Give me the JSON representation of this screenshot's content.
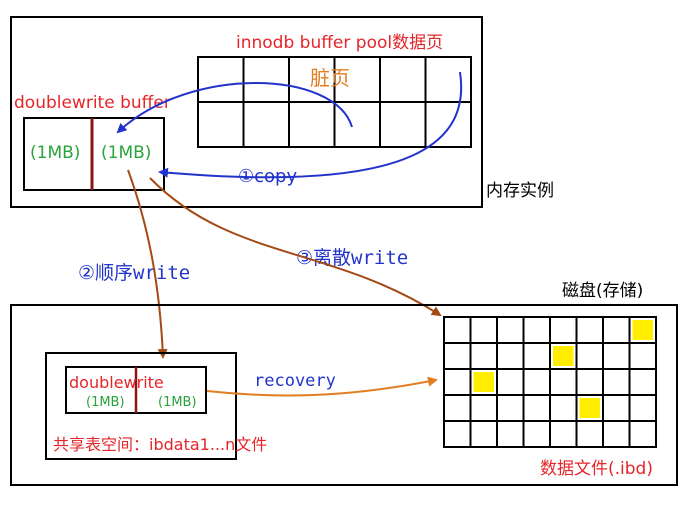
{
  "memory": {
    "buffer_pool_title": "innodb buffer pool数据页",
    "dirty_page_label": "脏页",
    "dw_buffer_label": "doublewrite buffer",
    "dw_left": "(1MB)",
    "dw_right": "(1MB)",
    "instance_label": "内存实例"
  },
  "steps": {
    "copy": "①copy",
    "seq_prefix": "②顺序",
    "seq_suffix": "write",
    "discrete_prefix": "③离散",
    "discrete_suffix": "write"
  },
  "disk": {
    "title": "磁盘(存储)",
    "dw_label_left": "double",
    "dw_label_right": "write",
    "dw_left": "(1MB)",
    "dw_right": "(1MB)",
    "shared_space": "共享表空间：ibdata1...n文件",
    "recovery": "recovery",
    "data_file": "数据文件(.ibd)",
    "grid_rows": 5,
    "grid_cols": 8,
    "yellow_cells": [
      [
        0,
        7
      ],
      [
        1,
        4
      ],
      [
        2,
        1
      ],
      [
        3,
        5
      ]
    ]
  },
  "colors": {
    "red": "#e5252a",
    "green": "#2aa33a",
    "blue": "#2233cc",
    "orange": "#e27d22",
    "brown": "#a34a16",
    "dark_red": "#8b1414",
    "yellow": "#ffee00"
  }
}
